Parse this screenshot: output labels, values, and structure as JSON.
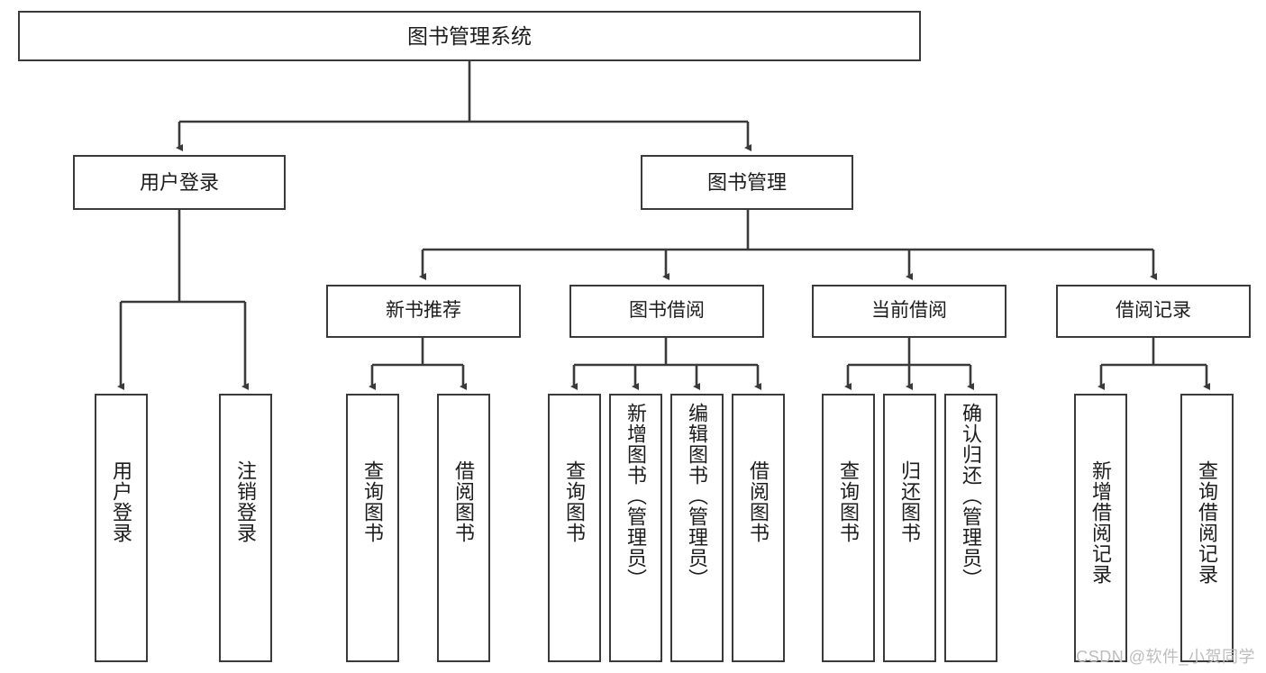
{
  "diagram": {
    "title": "图书管理系统",
    "type": "tree",
    "root": {
      "id": "root",
      "label": "图书管理系统"
    },
    "level2": [
      {
        "id": "user-login",
        "label": "用户登录"
      },
      {
        "id": "book-manage",
        "label": "图书管理"
      }
    ],
    "level3": [
      {
        "id": "new-book-rec",
        "label": "新书推荐"
      },
      {
        "id": "book-borrow",
        "label": "图书借阅"
      },
      {
        "id": "current-borrow",
        "label": "当前借阅"
      },
      {
        "id": "borrow-record",
        "label": "借阅记录"
      }
    ],
    "leaves": {
      "user_login": [
        {
          "id": "leaf-user-login",
          "label": "用户登录"
        },
        {
          "id": "leaf-logout",
          "label": "注销登录"
        }
      ],
      "new_book_rec": [
        {
          "id": "leaf-query-book-1",
          "label": "查询图书"
        },
        {
          "id": "leaf-borrow-book-1",
          "label": "借阅图书"
        }
      ],
      "book_borrow": [
        {
          "id": "leaf-query-book-2",
          "label": "查询图书"
        },
        {
          "id": "leaf-add-book",
          "label": "新增图书（管理员）"
        },
        {
          "id": "leaf-edit-book",
          "label": "编辑图书（管理员）"
        },
        {
          "id": "leaf-borrow-book-2",
          "label": "借阅图书"
        }
      ],
      "current_borrow": [
        {
          "id": "leaf-query-book-3",
          "label": "查询图书"
        },
        {
          "id": "leaf-return-book",
          "label": "归还图书"
        },
        {
          "id": "leaf-confirm-return",
          "label": "确认归还（管理员）"
        }
      ],
      "borrow_record": [
        {
          "id": "leaf-add-record",
          "label": "新增借阅记录"
        },
        {
          "id": "leaf-query-record",
          "label": "查询借阅记录"
        }
      ]
    }
  },
  "watermark": {
    "text": "CSDN @软件_小贺同学"
  },
  "colors": {
    "stroke": "#3a3a3a",
    "text": "#1c1c1c",
    "background": "#ffffff",
    "watermark": "#bdbdbd"
  }
}
